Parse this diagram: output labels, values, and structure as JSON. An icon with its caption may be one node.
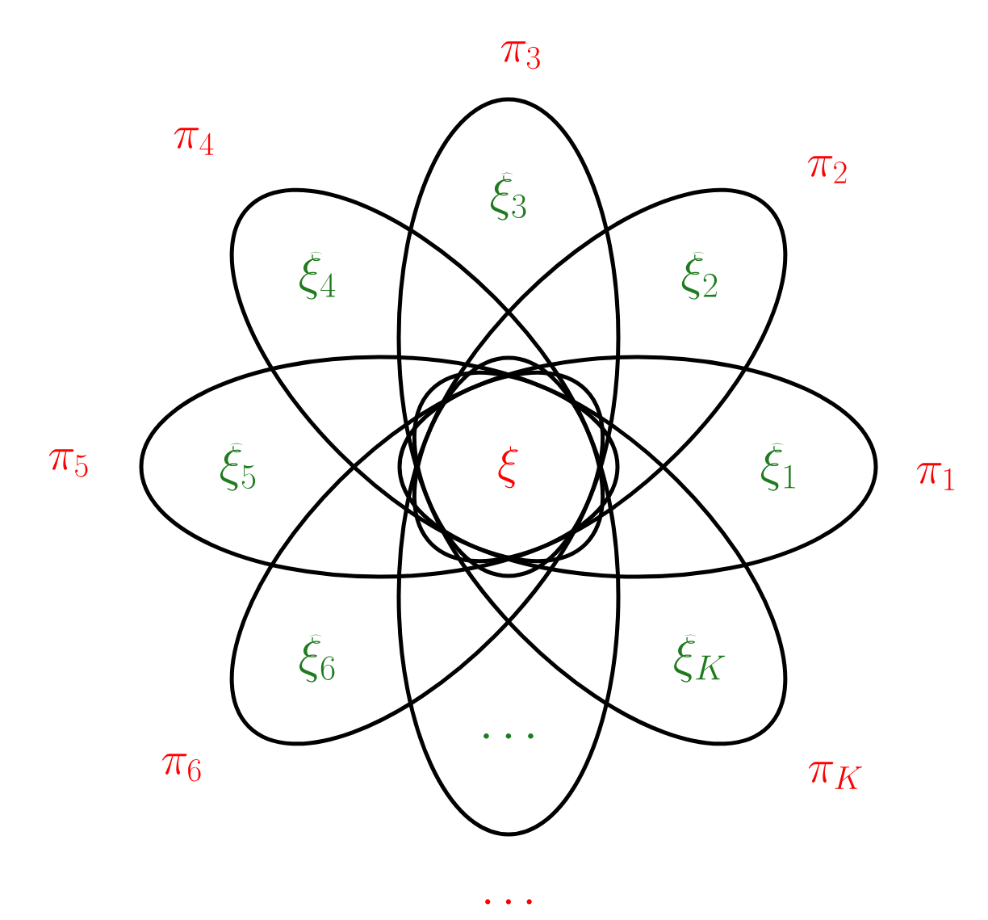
{
  "diagram": {
    "nodes": [
      {
        "text": [
          "\\widehat{\\xi}_3"
        ]
      },
      {
        "text": [
          "\\widehat{\\xi}_4"
        ]
      },
      {
        "text": [
          "\\widehat{\\xi}_2"
        ]
      },
      {
        "text": [
          "\\widehat{\\xi}_5"
        ]
      },
      {
        "text": [
          "\\widehat{\\xi}_1"
        ]
      },
      {
        "text": [
          "\\widehat{\\xi}_6"
        ]
      },
      {
        "text": [
          "\\widehat{\\xi}_K"
        ]
      },
      {
        "text": [
          "\\cdots"
        ]
      }
    ],
    "labels": [
      "\\pi_3",
      "\\pi_4",
      "\\pi_2",
      "\\pi_5",
      "\\xi",
      "\\pi_1",
      "\\pi_6",
      "\\pi_K",
      "\\cdots"
    ]
  }
}
